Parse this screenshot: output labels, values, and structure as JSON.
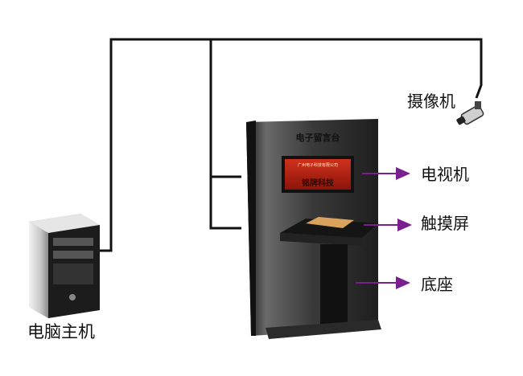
{
  "labels": {
    "camera": "摄像机",
    "tv": "电视机",
    "touch_screen": "触摸屏",
    "base": "底座",
    "pc": "电脑主机"
  },
  "kiosk": {
    "title": "电子留言台",
    "screen_text": "铭牌科技",
    "screen_subtext": "广州电子科技有限公司"
  },
  "colors": {
    "wire": "#111111",
    "arrow": "#7a1f8e",
    "kiosk_body": "#2b2b2b",
    "screen": "#b01e10"
  }
}
